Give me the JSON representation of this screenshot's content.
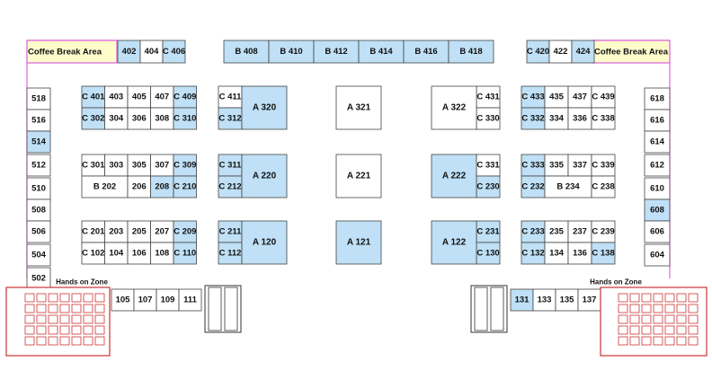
{
  "colors": {
    "highlight_booth": "#bfe0f6",
    "plain_booth": "#ffffff",
    "booth_border": "#444444",
    "coffee_area": "#fffccc",
    "hall_outline": "#dd66dd",
    "hands_on_outline": "#cc3333",
    "hands_on_fill": "#ffffff"
  },
  "labels": {
    "coffee_left": "Coffee Break Area",
    "coffee_right": "Coffee Break Area",
    "hands_on_left": "Hands on Zone",
    "hands_on_right": "Hands on Zone"
  },
  "booths": {
    "top_left": [
      {
        "id": "402",
        "hl": true
      },
      {
        "id": "404",
        "hl": false
      },
      {
        "id": "C 406",
        "hl": true
      }
    ],
    "top_center": [
      {
        "id": "B 408",
        "hl": true
      },
      {
        "id": "B 410",
        "hl": true
      },
      {
        "id": "B 412",
        "hl": true
      },
      {
        "id": "B 414",
        "hl": true
      },
      {
        "id": "B 416",
        "hl": true
      },
      {
        "id": "B 418",
        "hl": true
      }
    ],
    "top_right": [
      {
        "id": "C 420",
        "hl": true
      },
      {
        "id": "422",
        "hl": false
      },
      {
        "id": "424",
        "hl": true
      }
    ],
    "left_wall": [
      {
        "id": "518",
        "hl": false
      },
      {
        "id": "516",
        "hl": false
      },
      {
        "id": "514",
        "hl": true
      },
      {
        "id": "512",
        "hl": false
      },
      {
        "id": "510",
        "hl": false
      },
      {
        "id": "508",
        "hl": false
      },
      {
        "id": "506",
        "hl": false
      },
      {
        "id": "504",
        "hl": false
      },
      {
        "id": "502",
        "hl": false
      }
    ],
    "right_wall": [
      {
        "id": "618",
        "hl": false
      },
      {
        "id": "616",
        "hl": false
      },
      {
        "id": "614",
        "hl": false
      },
      {
        "id": "612",
        "hl": false
      },
      {
        "id": "610",
        "hl": false
      },
      {
        "id": "608",
        "hl": true
      },
      {
        "id": "606",
        "hl": false
      },
      {
        "id": "604",
        "hl": false
      }
    ],
    "block_left_top": [
      {
        "id": "C 401",
        "hl": true
      },
      {
        "id": "403",
        "hl": false
      },
      {
        "id": "405",
        "hl": false
      },
      {
        "id": "407",
        "hl": false
      },
      {
        "id": "C 409",
        "hl": true
      },
      {
        "id": "C 302",
        "hl": true
      },
      {
        "id": "304",
        "hl": false
      },
      {
        "id": "306",
        "hl": false
      },
      {
        "id": "308",
        "hl": false
      },
      {
        "id": "C 310",
        "hl": true
      }
    ],
    "block_left_mid_row1": [
      {
        "id": "C 301",
        "hl": false
      },
      {
        "id": "303",
        "hl": false
      },
      {
        "id": "305",
        "hl": false
      },
      {
        "id": "307",
        "hl": false
      },
      {
        "id": "C 309",
        "hl": true
      }
    ],
    "block_left_mid_row2": [
      {
        "id": "B 202",
        "hl": false
      },
      {
        "id": "206",
        "hl": false
      },
      {
        "id": "208",
        "hl": true
      },
      {
        "id": "C 210",
        "hl": true
      }
    ],
    "block_left_bot": [
      {
        "id": "C 201",
        "hl": false
      },
      {
        "id": "203",
        "hl": false
      },
      {
        "id": "205",
        "hl": false
      },
      {
        "id": "207",
        "hl": false
      },
      {
        "id": "C 209",
        "hl": true
      },
      {
        "id": "C 102",
        "hl": false
      },
      {
        "id": "104",
        "hl": false
      },
      {
        "id": "106",
        "hl": false
      },
      {
        "id": "108",
        "hl": false
      },
      {
        "id": "C 110",
        "hl": true
      }
    ],
    "block_right_top": [
      {
        "id": "C 433",
        "hl": true
      },
      {
        "id": "435",
        "hl": false
      },
      {
        "id": "437",
        "hl": false
      },
      {
        "id": "C 439",
        "hl": false
      },
      {
        "id": "C 332",
        "hl": true
      },
      {
        "id": "334",
        "hl": false
      },
      {
        "id": "336",
        "hl": false
      },
      {
        "id": "C 338",
        "hl": false
      }
    ],
    "block_right_mid_row1": [
      {
        "id": "C 333",
        "hl": true
      },
      {
        "id": "335",
        "hl": false
      },
      {
        "id": "337",
        "hl": false
      },
      {
        "id": "C 339",
        "hl": false
      }
    ],
    "block_right_mid_row2": [
      {
        "id": "C 232",
        "hl": true
      },
      {
        "id": "B 234",
        "hl": false
      },
      {
        "id": "C 238",
        "hl": false
      }
    ],
    "block_right_bot": [
      {
        "id": "C 233",
        "hl": true
      },
      {
        "id": "235",
        "hl": false
      },
      {
        "id": "237",
        "hl": false
      },
      {
        "id": "C 239",
        "hl": false
      },
      {
        "id": "C 132",
        "hl": true
      },
      {
        "id": "134",
        "hl": false
      },
      {
        "id": "136",
        "hl": false
      },
      {
        "id": "C 138",
        "hl": true
      }
    ],
    "center_small": [
      {
        "id": "C 411",
        "hl": false
      },
      {
        "id": "C 312",
        "hl": true
      },
      {
        "id": "C 311",
        "hl": true
      },
      {
        "id": "C 212",
        "hl": true
      },
      {
        "id": "C 211",
        "hl": true
      },
      {
        "id": "C 112",
        "hl": true
      },
      {
        "id": "C 431",
        "hl": false
      },
      {
        "id": "C 330",
        "hl": false
      },
      {
        "id": "C 331",
        "hl": false
      },
      {
        "id": "C 230",
        "hl": true
      },
      {
        "id": "C 231",
        "hl": true
      },
      {
        "id": "C 130",
        "hl": true
      }
    ],
    "islands": [
      {
        "id": "A 320",
        "hl": true
      },
      {
        "id": "A 220",
        "hl": true
      },
      {
        "id": "A 120",
        "hl": true
      },
      {
        "id": "A 321",
        "hl": false
      },
      {
        "id": "A 221",
        "hl": false
      },
      {
        "id": "A 121",
        "hl": true
      },
      {
        "id": "A 322",
        "hl": false
      },
      {
        "id": "A 222",
        "hl": true
      },
      {
        "id": "A 122",
        "hl": true
      }
    ],
    "bottom_left": [
      {
        "id": "105",
        "hl": false
      },
      {
        "id": "107",
        "hl": false
      },
      {
        "id": "109",
        "hl": false
      },
      {
        "id": "111",
        "hl": false
      }
    ],
    "bottom_right": [
      {
        "id": "131",
        "hl": true
      },
      {
        "id": "133",
        "hl": false
      },
      {
        "id": "135",
        "hl": false
      },
      {
        "id": "137",
        "hl": false
      }
    ]
  }
}
